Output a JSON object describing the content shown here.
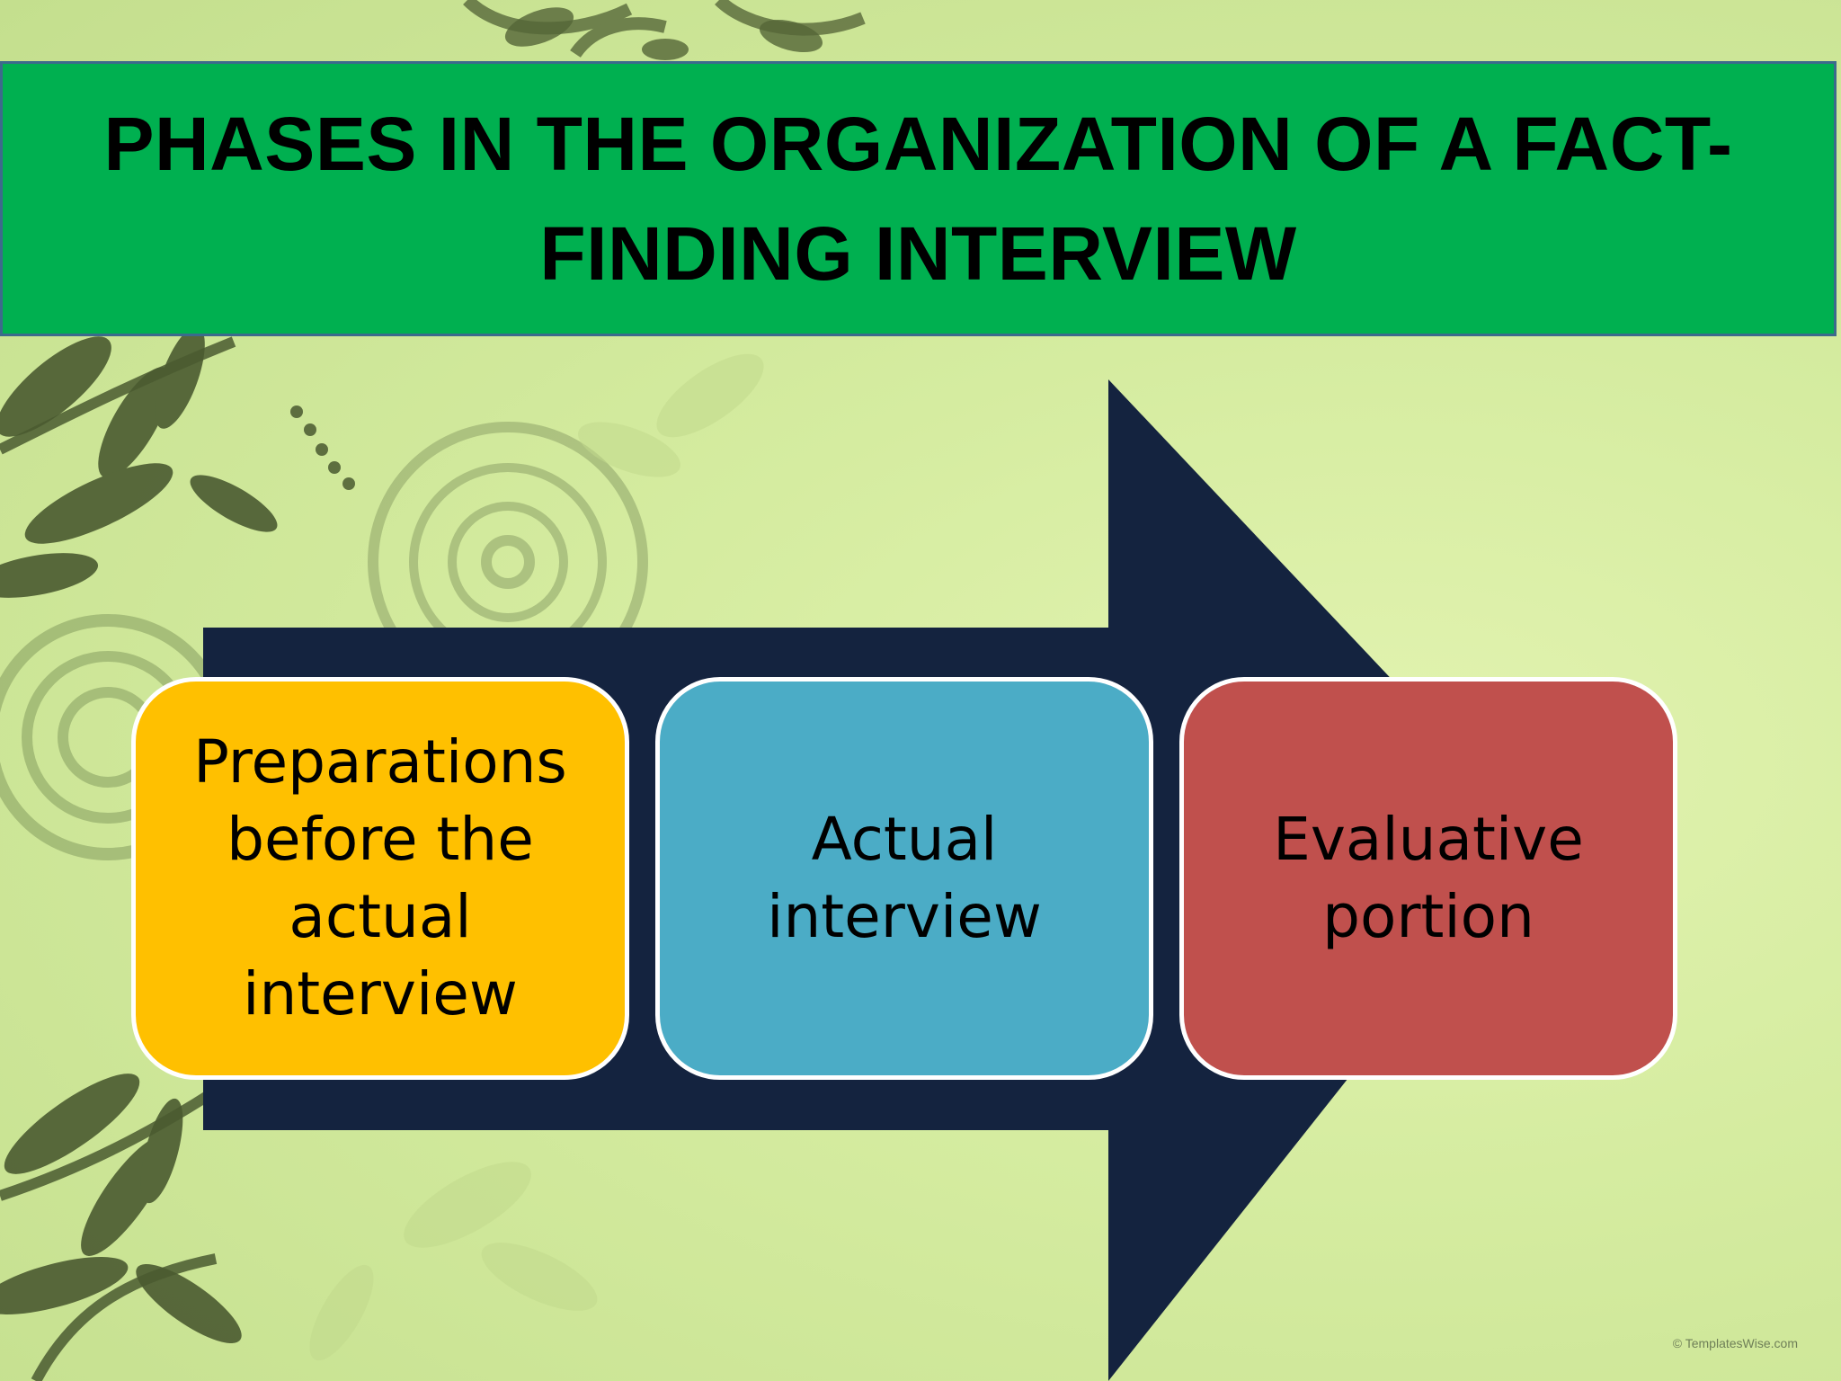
{
  "slide": {
    "title": "PHASES IN THE ORGANIZATION OF A FACT-FINDING INTERVIEW",
    "phases": [
      {
        "label": "Preparations\nbefore the\nactual\ninterview",
        "color": "#ffc000"
      },
      {
        "label": "Actual\ninterview",
        "color": "#4bacc6"
      },
      {
        "label": "Evaluative\nportion",
        "color": "#c0504d"
      }
    ],
    "watermark": "© TemplatesWise.com"
  },
  "colors": {
    "title_band": "#00b050",
    "arrow": "#14233f",
    "background": "#d5eca0"
  }
}
